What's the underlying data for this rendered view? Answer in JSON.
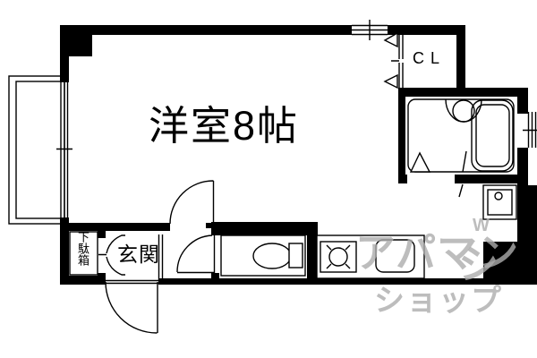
{
  "labels": {
    "main_room": "洋室8帖",
    "closet": "CL",
    "entrance": "玄関",
    "shoe_cabinet": "下駄箱"
  },
  "watermark": {
    "line1": "アパマン",
    "side_glyph": "シ",
    "mark": "W",
    "line2": "ショップ"
  },
  "colors": {
    "line": "#000000",
    "floor": "#ffffff",
    "watermark": "#c9c9c9"
  }
}
